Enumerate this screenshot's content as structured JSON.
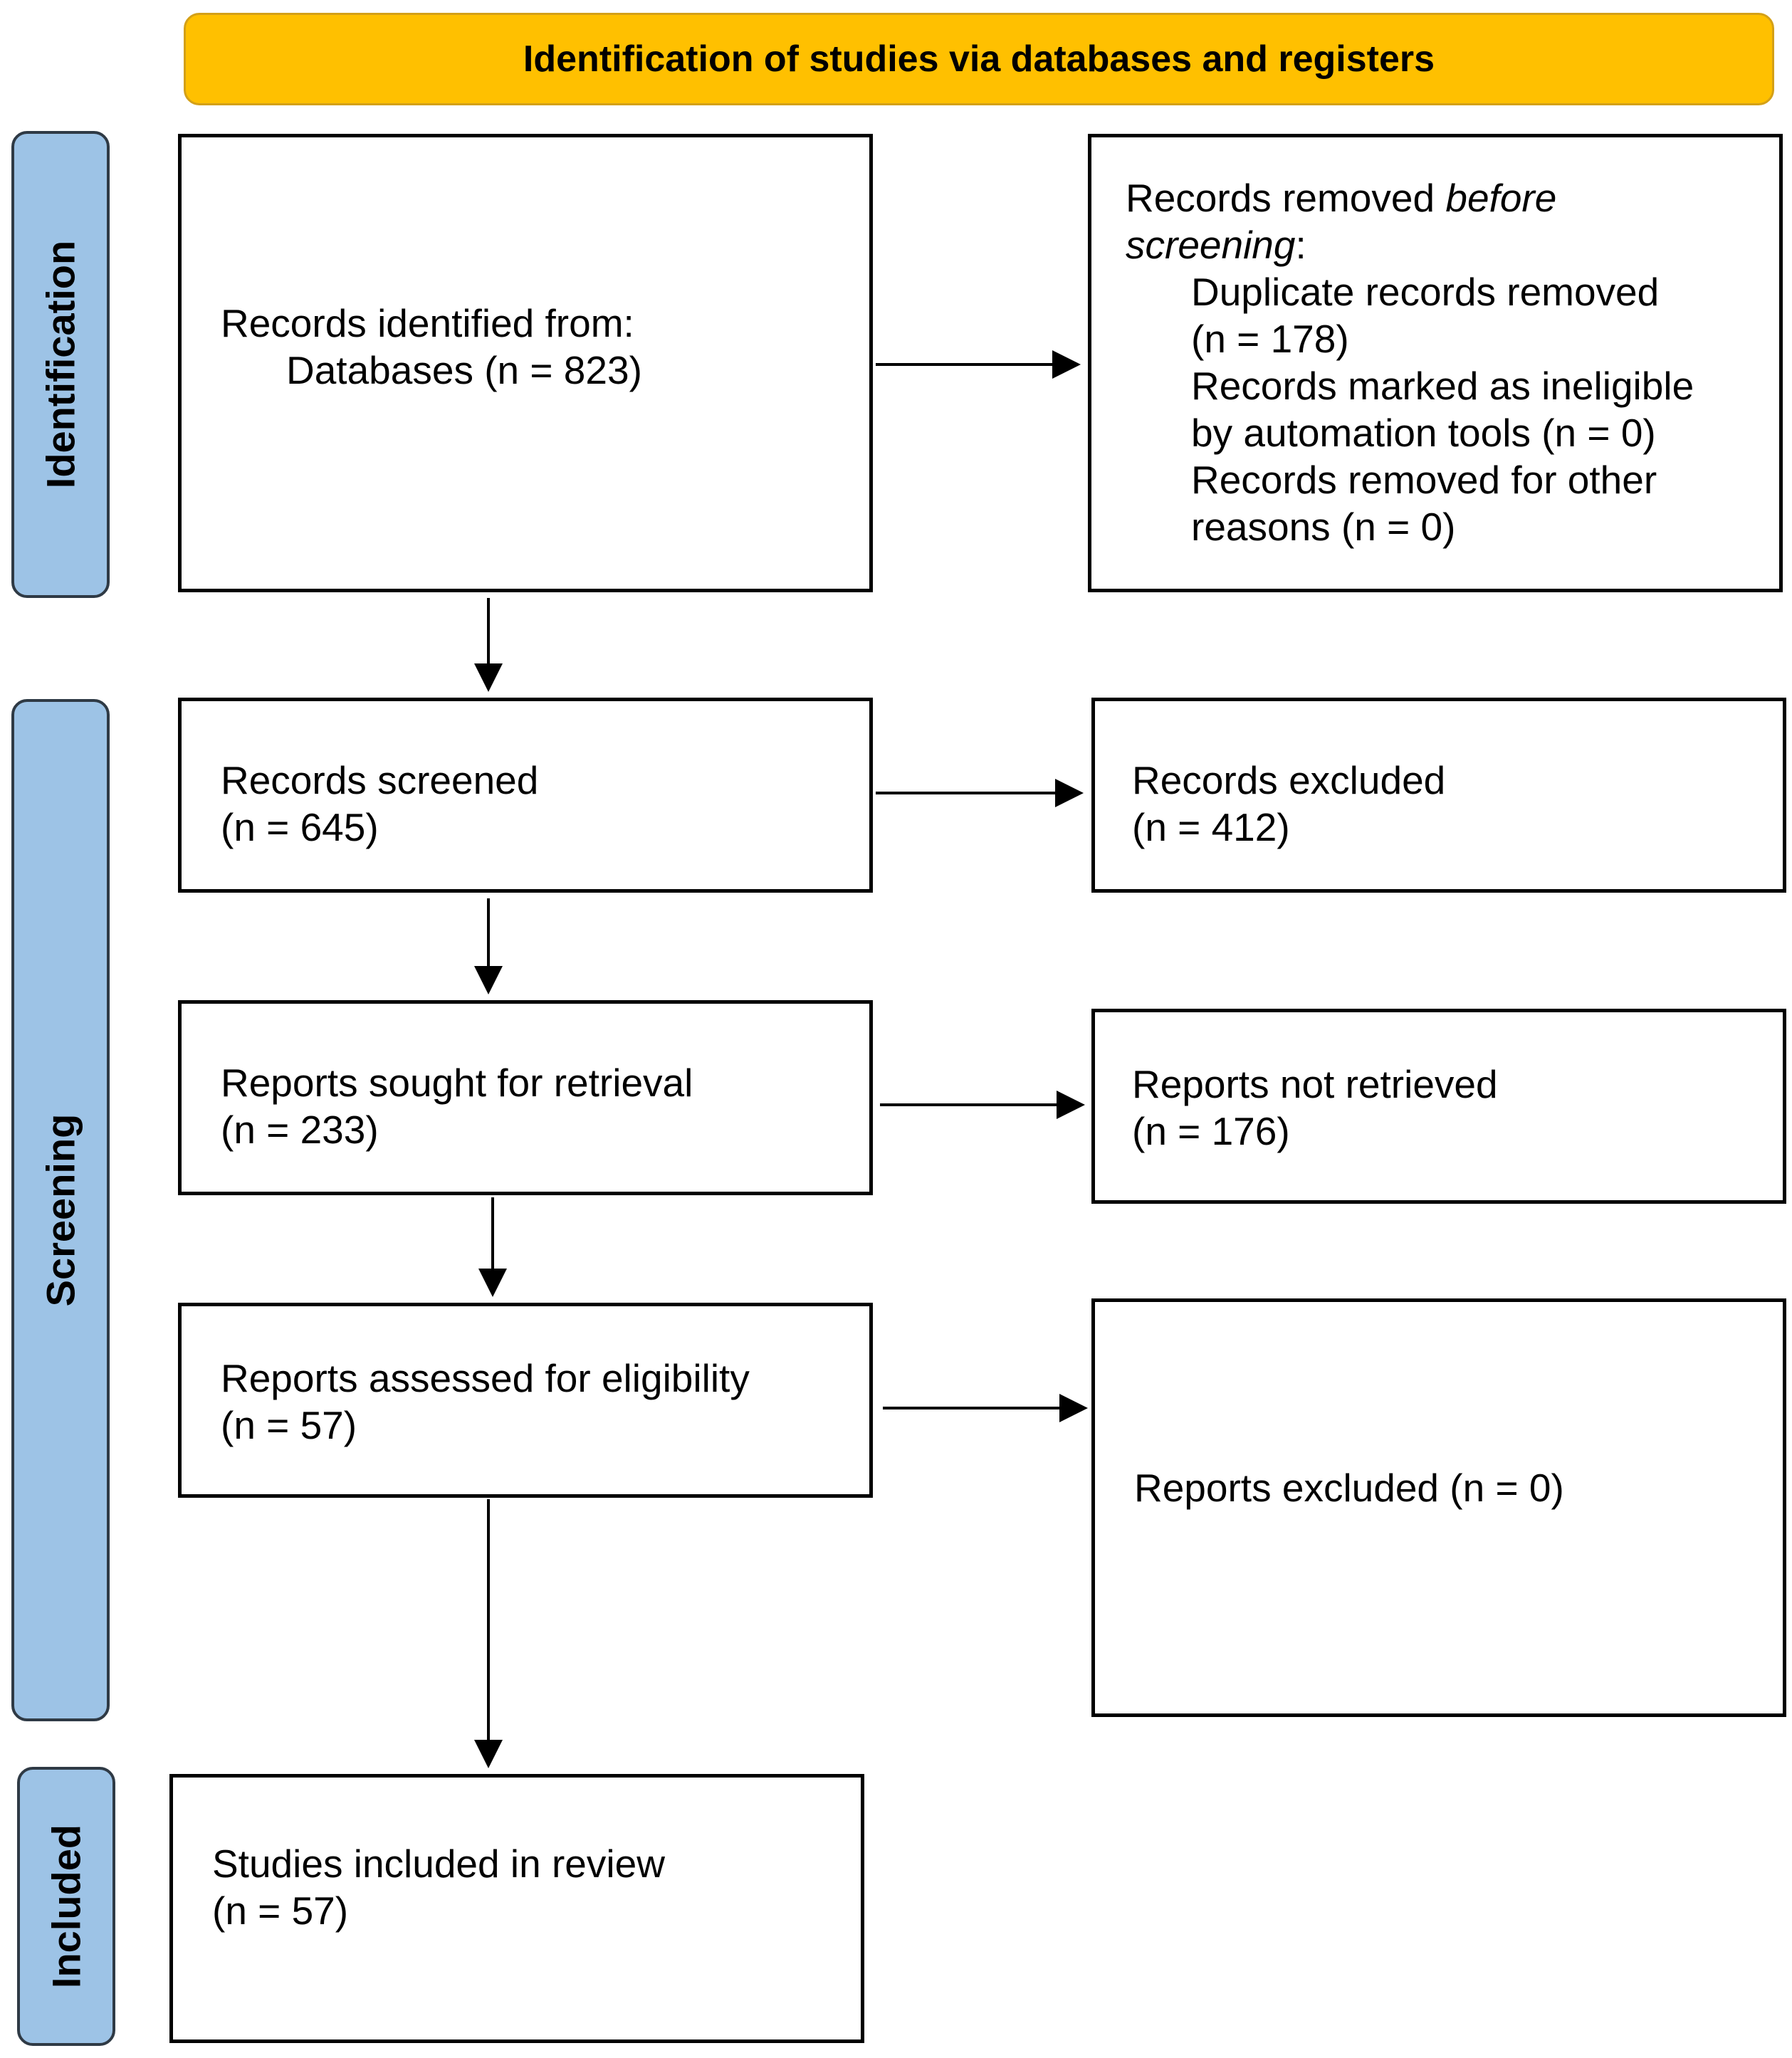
{
  "banner": {
    "title": "Identification of studies via databases and registers"
  },
  "phases": {
    "identification": "Identification",
    "screening": "Screening",
    "included": "Included"
  },
  "boxes": {
    "records_identified": {
      "line1": "Records identified from:",
      "line2": "Databases (n = 823)"
    },
    "records_removed": {
      "head_plain": "Records removed ",
      "head_italic": "before",
      "head_italic2": "screening",
      "head_colon": ":",
      "duplicate_1": "Duplicate records removed",
      "duplicate_2": "(n = 178)",
      "ineligible_1": "Records marked as ineligible",
      "ineligible_2": "by automation tools (n = 0)",
      "other_1": "Records removed for other",
      "other_2": "reasons (n = 0)"
    },
    "records_screened": {
      "line1": "Records screened",
      "line2": "(n = 645)"
    },
    "records_excluded": {
      "line1": "Records excluded",
      "line2": "(n = 412)"
    },
    "reports_sought": {
      "line1": "Reports sought for retrieval",
      "line2": "(n = 233)"
    },
    "reports_not_retrieved": {
      "line1": "Reports not retrieved",
      "line2": "(n = 176)"
    },
    "reports_assessed": {
      "line1": "Reports assessed for eligibility",
      "line2": "(n = 57)"
    },
    "reports_excluded": {
      "line1": "Reports excluded (n = 0)"
    },
    "studies_included": {
      "line1": "Studies included in review",
      "line2": "(n = 57)"
    }
  }
}
